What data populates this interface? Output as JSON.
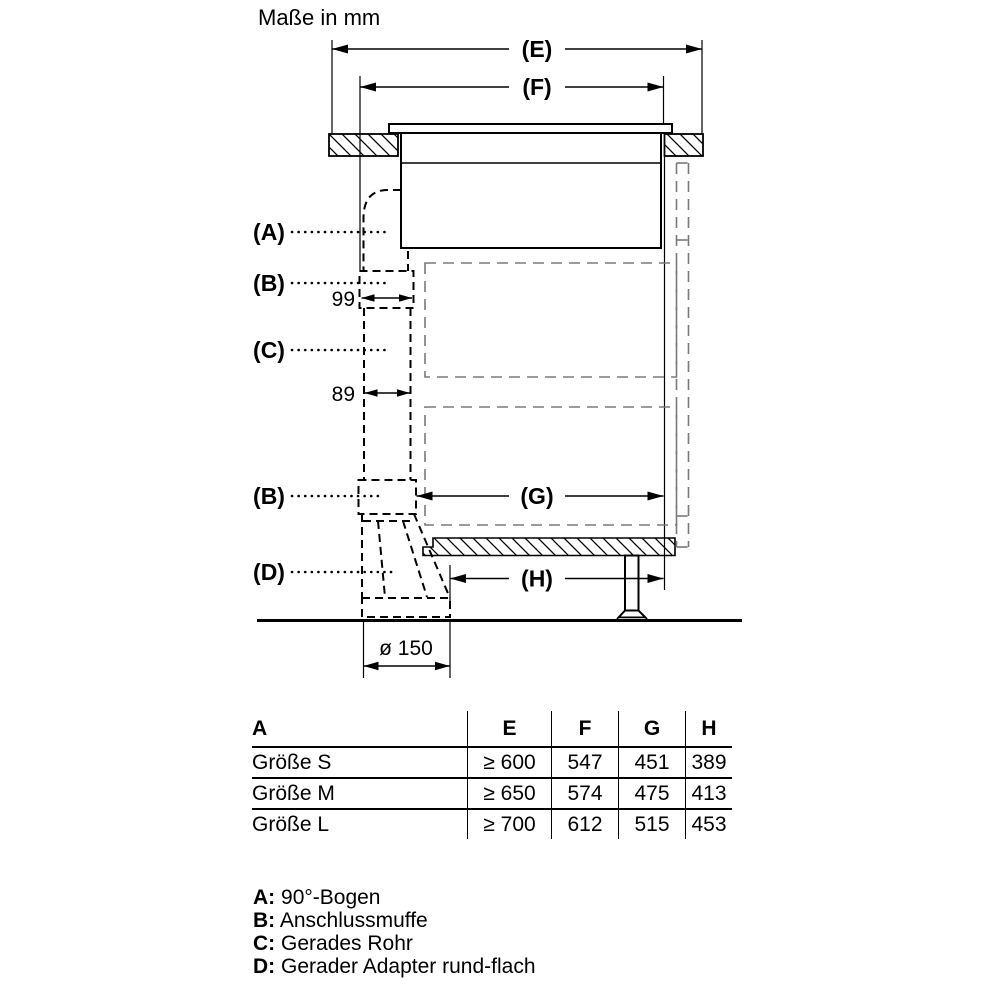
{
  "title": "Maße in mm",
  "diagram": {
    "dim_e": "(E)",
    "dim_f": "(F)",
    "dim_g": "(G)",
    "dim_h": "(H)",
    "label_a": "(A)",
    "label_b_upper": "(B)",
    "label_c": "(C)",
    "label_b_lower": "(B)",
    "label_d": "(D)",
    "width_sleeve": "99",
    "width_pipe": "89",
    "diameter": "ø 150"
  },
  "table": {
    "headers": [
      "A",
      "E",
      "F",
      "G",
      "H"
    ],
    "rows": [
      {
        "label": "Größe S",
        "e": "≥ 600",
        "f": "547",
        "g": "451",
        "h": "389"
      },
      {
        "label": "Größe M",
        "e": "≥ 650",
        "f": "574",
        "g": "475",
        "h": "413"
      },
      {
        "label": "Größe L",
        "e": "≥ 700",
        "f": "612",
        "g": "515",
        "h": "453"
      }
    ]
  },
  "legend": {
    "items": [
      {
        "key": "A:",
        "text": "90°-Bogen"
      },
      {
        "key": "B:",
        "text": "Anschlussmuffe"
      },
      {
        "key": "C:",
        "text": "Gerades Rohr"
      },
      {
        "key": "D:",
        "text": "Gerader Adapter rund-flach"
      }
    ]
  },
  "colors": {
    "line": "#000000",
    "secondary_dash": "#7a7a7a",
    "background": "#ffffff"
  }
}
